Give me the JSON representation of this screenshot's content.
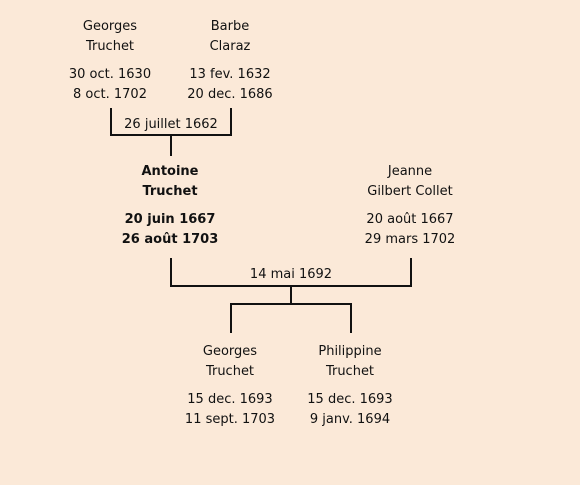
{
  "people": {
    "georges_sr": {
      "given": "Georges",
      "surname": "Truchet",
      "birth": "30 oct. 1630",
      "death": "8 oct. 1702"
    },
    "barbe": {
      "given": "Barbe",
      "surname": "Claraz",
      "birth": "13 fev. 1632",
      "death": "20 dec. 1686"
    },
    "antoine": {
      "given": "Antoine",
      "surname": "Truchet",
      "birth": "20 juin 1667",
      "death": "26 août 1703"
    },
    "jeanne": {
      "given": "Jeanne",
      "surname": "Gilbert Collet",
      "birth": "20 août 1667",
      "death": "29 mars 1702"
    },
    "georges_jr": {
      "given": "Georges",
      "surname": "Truchet",
      "birth": "15 dec. 1693",
      "death": "11 sept. 1703"
    },
    "philippine": {
      "given": "Philippine",
      "surname": "Truchet",
      "birth": "15 dec. 1693",
      "death": "9 janv. 1694"
    }
  },
  "marriages": {
    "first": "26 juillet 1662",
    "second": "14 mai 1692"
  },
  "colors": {
    "background": "#fbe9d8",
    "line": "#111111"
  }
}
